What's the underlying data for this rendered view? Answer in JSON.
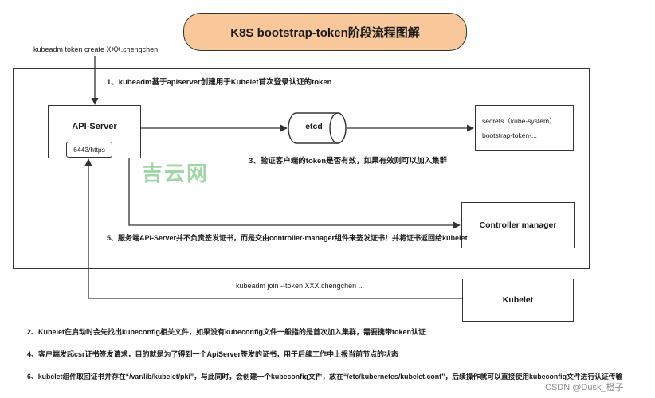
{
  "title": "K8S bootstrap-token阶段流程图解",
  "cmd_create": "kubeadm token create XXX.chengchen",
  "step1": "1、kubeadm基于apiserver创建用于Kubelet首次登录认证的token",
  "api_server": "API-Server",
  "port": "6443/https",
  "etcd": "etcd",
  "secrets": {
    "line1": "secrets（kube-system）",
    "line2": "bootstrap-token-..."
  },
  "step3": "3、验证客户端的token是否有效，如果有效则可以加入集群",
  "watermark": "吉云网",
  "controller_manager": "Controller manager",
  "step5": "5、服务端API-Server并不负责签发证书，而是交由controller-manager组件来签发证书！并将证书返回给kubelet",
  "cmd_join": "kubeadm join --token XXX.chengchen ...",
  "kubelet": "Kubelet",
  "step2": "2、Kubelet在启动时会先找出kubeconfig相关文件，如果没有kubeconfig文件一般指的是首次加入集群，需要携带token认证",
  "step4": "4、客户端发起csr证书签发请求，目的就是为了得到一个ApiServer签发的证书，用于后续工作中上报当前节点的状态",
  "step6": "6、kubelet组件取回证书并存在“/var/lib/kubelet/pki”，与此同时，会创建一个kubeconfig文件，放在“/etc/kubernetes/kubelet.conf”，后续操作就可以直接使用kubeconfig文件进行认证传输",
  "csdn_mark": "CSDN @Dusk_橙子",
  "colors": {
    "title_fill": "#f9c89a",
    "stroke": "#333333",
    "watermark": "#9ed6a6"
  }
}
